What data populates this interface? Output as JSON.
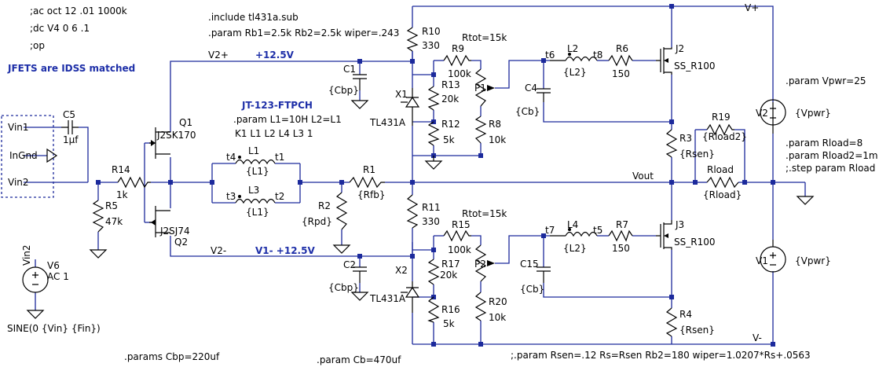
{
  "directives": {
    "ac": ";ac oct 12 .01 1000k",
    "dc": ";dc V4 0 6 .1",
    "op": ";op",
    "include": ".include tl431a.sub",
    "param_rb": ".param Rb1=2.5k Rb2=2.5k wiper=.243",
    "param_l": ".param L1=10H L2=L1",
    "coupling": "K1 L1 L2 L4 L3 1",
    "param_vpwr": ".param Vpwr=25",
    "param_rload": ".param Rload=8",
    "param_rload2": ".param Rload2=1m",
    "step_rload": ";.step param Rload",
    "params_cbp": ".params Cbp=220uf",
    "param_cb": ".param Cb=470uf",
    "param_rsen": ";.param Rsen=.12 Rs=Rsen Rb2=180 wiper=1.0207*Rs+.0563"
  },
  "notes": {
    "jfet_match": "JFETS are IDSS matched",
    "transformer": "JT-123-FTPCH",
    "v2plus_value": "+12.5V",
    "v1_value": "V1- +12.5V"
  },
  "nets": {
    "vplus": "V+",
    "vminus": "V-",
    "v2plus": "V2+",
    "v2minus": "V2-",
    "vout": "Vout",
    "vin1": "Vin1",
    "vin2": "Vin2",
    "ingnd": "InGnd",
    "t1": "t1",
    "t2": "t2",
    "t3": "t3",
    "t4": "t4",
    "t5": "t5",
    "t6": "t6",
    "t7": "t7",
    "t8": "t8"
  },
  "components": {
    "c5": {
      "name": "C5",
      "value": "1µf"
    },
    "r14": {
      "name": "R14",
      "value": "1k"
    },
    "r5": {
      "name": "R5",
      "value": "47k"
    },
    "v6": {
      "name": "V6",
      "value": "AC 1",
      "net": "Vin2",
      "source": "SINE(0 {Vin} {Fin})"
    },
    "q1": {
      "name": "Q1",
      "part": "J2SK170"
    },
    "q2": {
      "name": "Q2",
      "part": "J2SJ74"
    },
    "l1": {
      "name": "L1",
      "value": "{L1}"
    },
    "l3": {
      "name": "L3",
      "value": "{L1}"
    },
    "r1": {
      "name": "R1",
      "value": "{Rfb}"
    },
    "r2": {
      "name": "R2",
      "value": "{Rpd}"
    },
    "c1": {
      "name": "C1",
      "value": "{Cbp}"
    },
    "c2": {
      "name": "C2",
      "value": "{Cbp}"
    },
    "r10": {
      "name": "R10",
      "value": "330"
    },
    "r11": {
      "name": "R11",
      "value": "330"
    },
    "x1": {
      "name": "X1",
      "part": "TL431A"
    },
    "x2": {
      "name": "X2",
      "part": "TL431A"
    },
    "r9": {
      "name": "R9",
      "value": "100k"
    },
    "r15": {
      "name": "R15",
      "value": "100k"
    },
    "rtot_top": "Rtot=15k",
    "rtot_bot": "Rtot=15k",
    "r13": {
      "name": "R13",
      "value": "20k"
    },
    "r17": {
      "name": "R17",
      "value": "20k"
    },
    "r12": {
      "name": "R12",
      "value": "5k"
    },
    "r16": {
      "name": "R16",
      "value": "5k"
    },
    "p1": {
      "name": "P1"
    },
    "p2": {
      "name": "P2"
    },
    "r8": {
      "name": "R8",
      "value": "10k"
    },
    "r20": {
      "name": "R20",
      "value": "10k"
    },
    "c4": {
      "name": "C4",
      "value": "{Cb}"
    },
    "c15": {
      "name": "C15",
      "value": "{Cb}"
    },
    "l2": {
      "name": "L2",
      "value": "{L2}"
    },
    "l4": {
      "name": "L4",
      "value": "{L2}"
    },
    "r6": {
      "name": "R6",
      "value": "150"
    },
    "r7": {
      "name": "R7",
      "value": "150"
    },
    "j2": {
      "name": "J2",
      "part": "SS_R100"
    },
    "j3": {
      "name": "J3",
      "part": "SS_R100"
    },
    "r3": {
      "name": "R3",
      "value": "{Rsen}"
    },
    "r4": {
      "name": "R4",
      "value": "{Rsen}"
    },
    "r19": {
      "name": "R19",
      "value": "{Rload2}"
    },
    "rload": {
      "name": "Rload",
      "value": "{Rload}"
    },
    "v1": {
      "name": "V1",
      "value": "{Vpwr}"
    },
    "v2": {
      "name": "V2",
      "value": "{Vpwr}"
    }
  }
}
